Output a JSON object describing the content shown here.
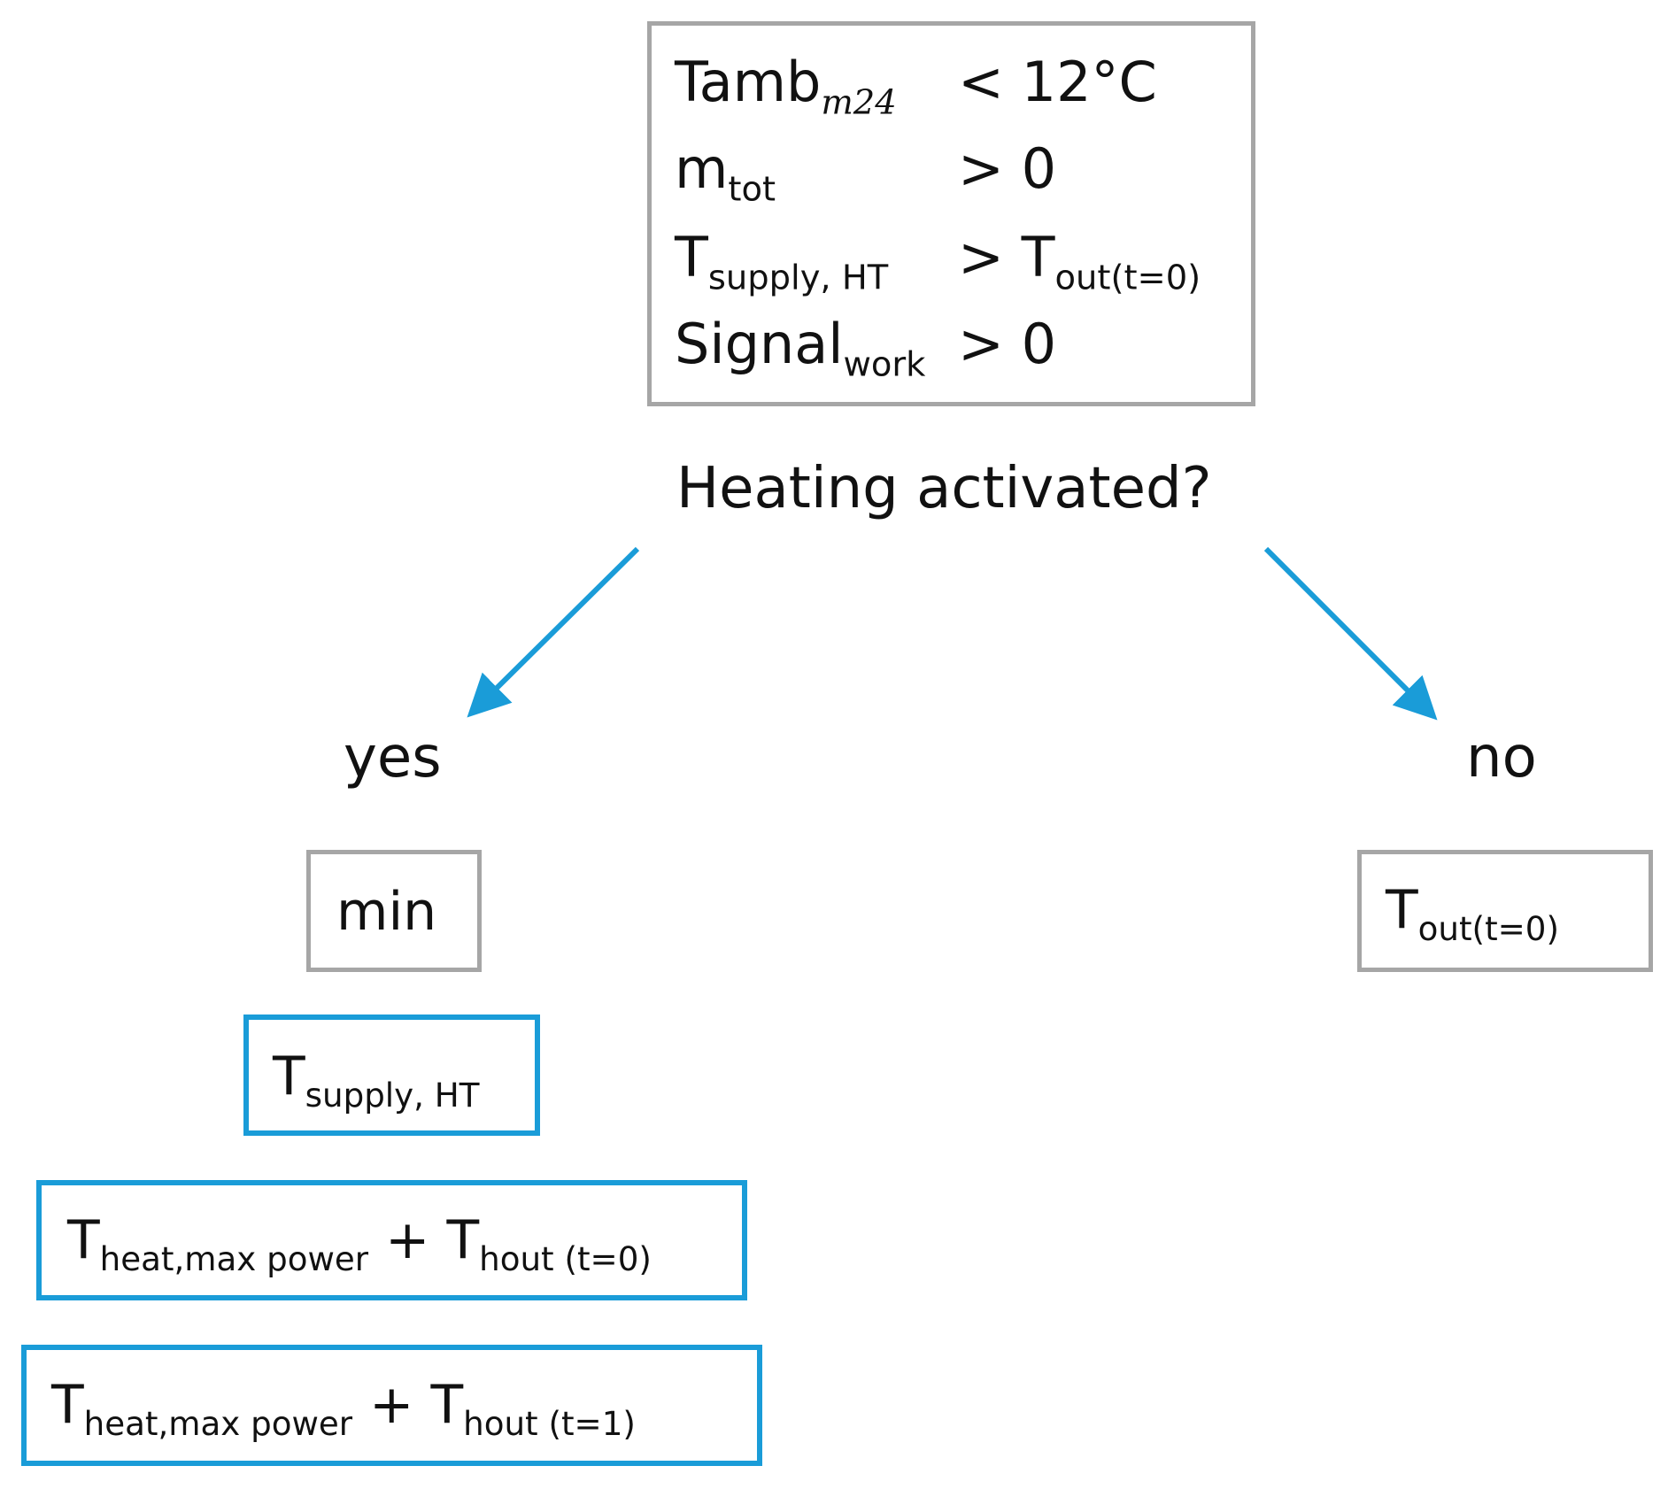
{
  "conditions": [
    {
      "var": "Tamb",
      "sub": "m24",
      "rel": "< 12°C",
      "rel_sub": ""
    },
    {
      "var": "m",
      "sub": "tot",
      "rel": "> 0",
      "rel_sub": ""
    },
    {
      "var": "T",
      "sub": "supply, HT",
      "rel": "> T",
      "rel_sub": "out(t=0)"
    },
    {
      "var": "Signal",
      "sub": "work",
      "rel": "> 0",
      "rel_sub": ""
    }
  ],
  "question": "Heating activated?",
  "yes_label": "yes",
  "no_label": "no",
  "yes_branch": {
    "min_label": "min",
    "options": [
      {
        "main": "T",
        "sub": "supply, HT"
      },
      {
        "main": "T",
        "sub": "heat,max power",
        "plus": " + ",
        "main2": "T",
        "sub2": "hout (t=0)"
      },
      {
        "main": "T",
        "sub": "heat,max power",
        "plus": " + ",
        "main2": "T",
        "sub2": "hout (t=1)"
      }
    ]
  },
  "no_branch": {
    "main": "T",
    "sub": "out(t=0)"
  },
  "colors": {
    "gray_border": "#a6a6a6",
    "blue_border": "#1a9cd8",
    "arrow": "#1a9cd8"
  }
}
